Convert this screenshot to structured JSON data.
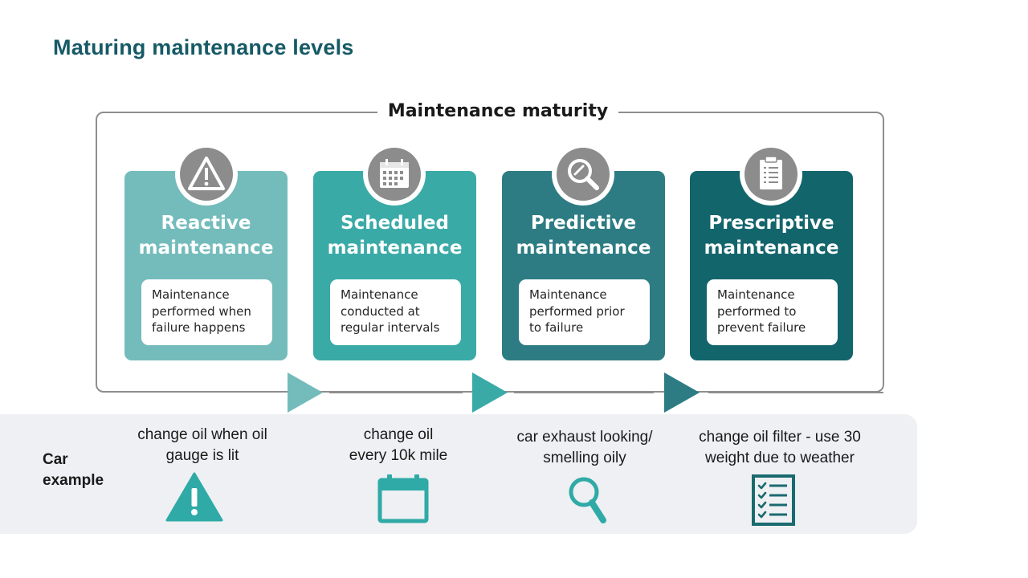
{
  "page_title": "Maturing maintenance levels",
  "maturity": {
    "heading": "Maintenance maturity",
    "levels": [
      {
        "title": "Reactive\nmaintenance",
        "description": "Maintenance\nperformed when\nfailure happens",
        "icon": "warning-icon",
        "color": "#74bcbb"
      },
      {
        "title": "Scheduled\nmaintenance",
        "description": "Maintenance\nconducted at\nregular intervals",
        "icon": "calendar-icon",
        "color": "#3aaaa7"
      },
      {
        "title": "Predictive\nmaintenance",
        "description": "Maintenance\nperformed prior\nto failure",
        "icon": "magnifier-icon",
        "color": "#2d7c83"
      },
      {
        "title": "Prescriptive\nmaintenance",
        "description": "Maintenance\nperformed to\nprevent failure",
        "icon": "clipboard-icon",
        "color": "#13656c"
      }
    ]
  },
  "car_example": {
    "label": "Car\nexample",
    "items": [
      {
        "text": "change oil when oil\ngauge is lit",
        "icon": "warning-icon"
      },
      {
        "text": "change oil\nevery 10k mile",
        "icon": "calendar-icon"
      },
      {
        "text": "car exhaust looking/\nsmelling oily",
        "icon": "magnifier-icon"
      },
      {
        "text": "change oil filter - use 30\nweight due to weather",
        "icon": "checklist-icon"
      }
    ]
  },
  "colors": {
    "title": "#165a66",
    "icon_teal": "#2faaa6",
    "icon_dark": "#1a6a70",
    "badge_gray": "#8c8c8c",
    "band": "#eef0f3"
  }
}
